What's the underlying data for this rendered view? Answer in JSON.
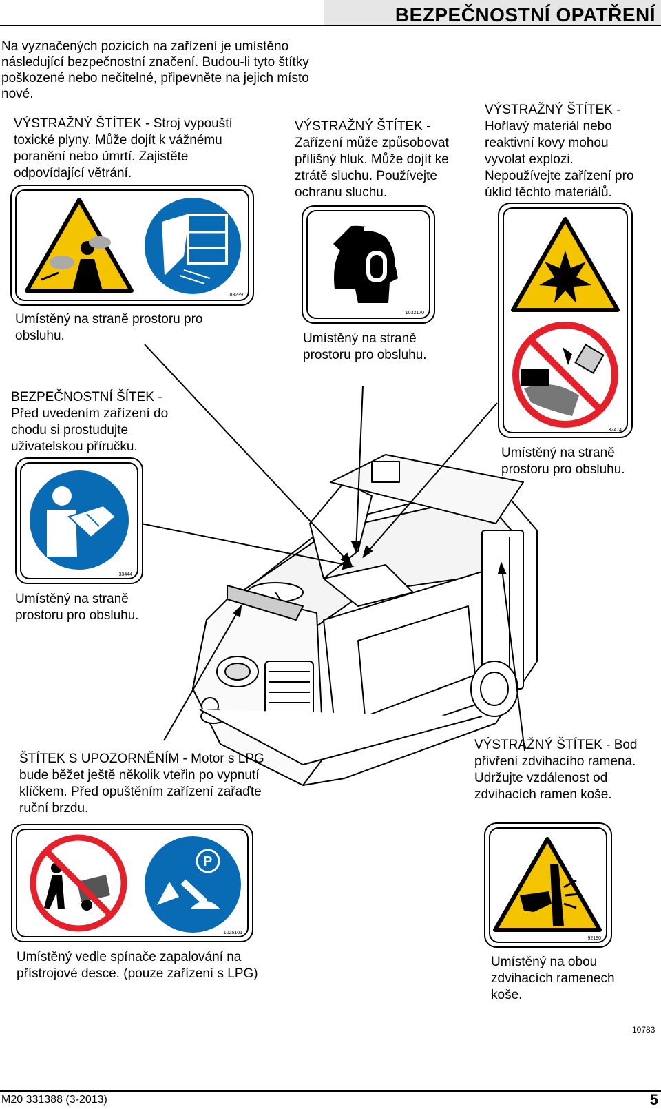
{
  "header": {
    "title": "BEZPEČNOSTNÍ OPATŘENÍ"
  },
  "intro": "Na vyznačených pozicích na zařízení je umístěno následující bezpečnostní značení. Budou-li tyto štítky poškozené nebo nečitelné, připevněte na jejich místo nové.",
  "labels": [
    {
      "heading": "VÝSTRAŽNÝ ŠTÍTEK - Stroj vypouští toxické plyny. Může dojít k vážnému poranění nebo úmrtí. Zajistěte odpovídající větrání.",
      "code": "83239",
      "location": "Umístěný na straně prostoru pro obsluhu."
    },
    {
      "heading": "VÝSTRAŽNÝ ŠTÍTEK - Zařízení může způsobovat přílišný hluk. Může dojít ke ztrátě sluchu. Používejte ochranu sluchu.",
      "code": "1032170",
      "location": "Umístěný na straně prostoru pro obsluhu."
    },
    {
      "heading": "VÝSTRAŽNÝ ŠTÍTEK - Hořlavý materiál nebo reaktivní kovy mohou vyvolat explozi. Nepoužívejte zařízení pro úklid těchto materiálů.",
      "code": "32474",
      "location": "Umístěný na straně prostoru pro obsluhu."
    },
    {
      "heading": "BEZPEČNOSTNÍ ŠÍTEK - Před uvedením zařízení do chodu si prostudujte uživatelskou příručku.",
      "code": "33444",
      "location": "Umístěný na straně prostoru pro obsluhu."
    },
    {
      "heading": "ŠTÍTEK S UPOZORNĚNÍM - Motor s LPG bude běžet ještě několik vteřin po vypnutí klíčkem. Před opuštěním zařízení zařaďte ruční brzdu.",
      "code": "1025101",
      "location": "Umístěný vedle spínače zapalování na přístrojové desce. (pouze zařízení s LPG)"
    },
    {
      "heading": "VÝSTRAŽNÝ ŠTÍTEK - Bod přivření zdvihacího ramena. Udržujte vzdálenost od zdvihacích ramen koše.",
      "code": "92190",
      "location": "Umístěný na obou zdvihacích ramenech koše."
    }
  ],
  "figure_number": "10783",
  "footer": {
    "doc": "M20 331388 (3-2013)",
    "page": "5"
  },
  "colors": {
    "warning_yellow": "#f5c400",
    "mandatory_blue": "#0a6bb5",
    "prohibition_red": "#e4202a"
  },
  "icons": [
    "toxic-gas-warning-icon",
    "ventilation-icon",
    "hearing-protection-icon",
    "explosion-warning-icon",
    "no-flammable-material-icon",
    "read-manual-icon",
    "no-leaving-machine-icon",
    "parking-brake-icon",
    "pinch-point-warning-icon"
  ]
}
